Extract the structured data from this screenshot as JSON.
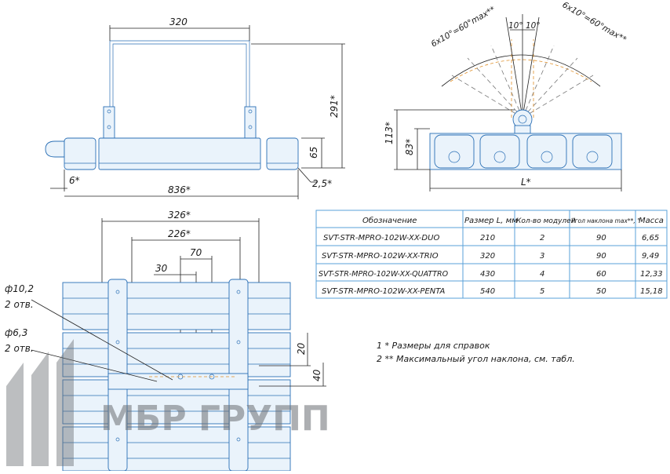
{
  "dims": {
    "top_width": "320",
    "height_291": "291*",
    "height_65": "65",
    "side_6": "6*",
    "length_836": "836*",
    "angle_25": "2,5*",
    "tilt_left": "6х10°=60°max**",
    "tilt_right": "6х10°=60°max**",
    "step_left": "10°",
    "step_right": "10°",
    "h_113": "113*",
    "h_83": "83*",
    "length_L": "L*",
    "w_326": "326*",
    "w_226": "226*",
    "w_70": "70",
    "w_30": "30",
    "hole_big": "ф10,2",
    "hole_big_count": "2 отв.",
    "hole_small": "ф6,3",
    "hole_small_count": "2 отв.",
    "v_20": "20",
    "v_40": "40"
  },
  "table": {
    "headers": [
      "Обозначение",
      "Размер L, мм",
      "Кол-во модулей",
      "Угол наклона max**, °",
      "Масса"
    ],
    "rows": [
      [
        "SVT-STR-MPRO-102W-XX-DUO",
        "210",
        "2",
        "90",
        "6,65"
      ],
      [
        "SVT-STR-MPRO-102W-XX-TRIO",
        "320",
        "3",
        "90",
        "9,49"
      ],
      [
        "SVT-STR-MPRO-102W-XX-QUATTRO",
        "430",
        "4",
        "60",
        "12,33"
      ],
      [
        "SVT-STR-MPRO-102W-XX-PENTA",
        "540",
        "5",
        "50",
        "15,18"
      ]
    ]
  },
  "notes": [
    "1 * Размеры для справок",
    "2 ** Максимальный угол наклона, см. табл."
  ],
  "logo": {
    "text": "МБР ГРУПП",
    "color": "#6b6f74"
  },
  "colors": {
    "part": "#2a6fb5",
    "accent": "#e0902a",
    "table_border": "#5aa0d8"
  }
}
